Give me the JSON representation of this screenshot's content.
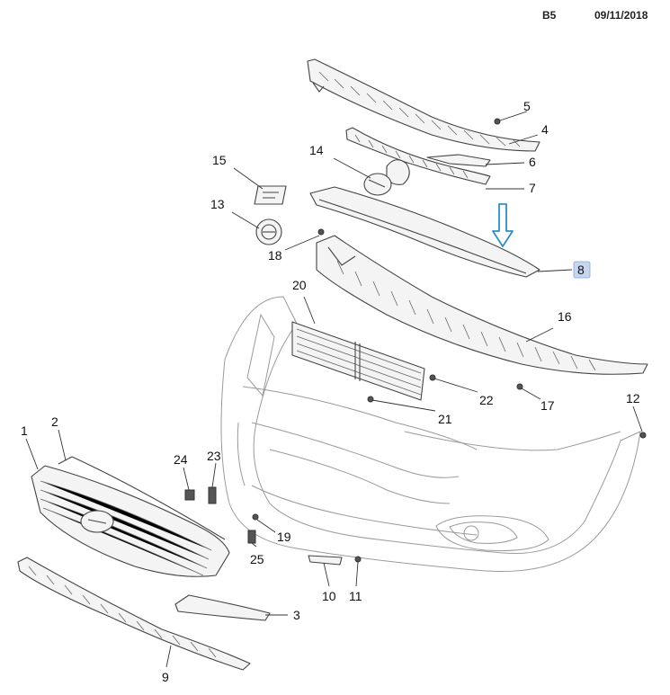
{
  "header": {
    "code": "B5",
    "date": "09/11/2018"
  },
  "diagram": {
    "callouts": [
      "1",
      "2",
      "3",
      "4",
      "5",
      "6",
      "7",
      "8",
      "9",
      "10",
      "11",
      "12",
      "13",
      "14",
      "15",
      "16",
      "17",
      "18",
      "19",
      "20",
      "21",
      "22",
      "23",
      "24",
      "25"
    ],
    "highlighted_callout": "8",
    "highlight_color": "#c5d6ee",
    "arrow_color": "#2a8fc9"
  }
}
